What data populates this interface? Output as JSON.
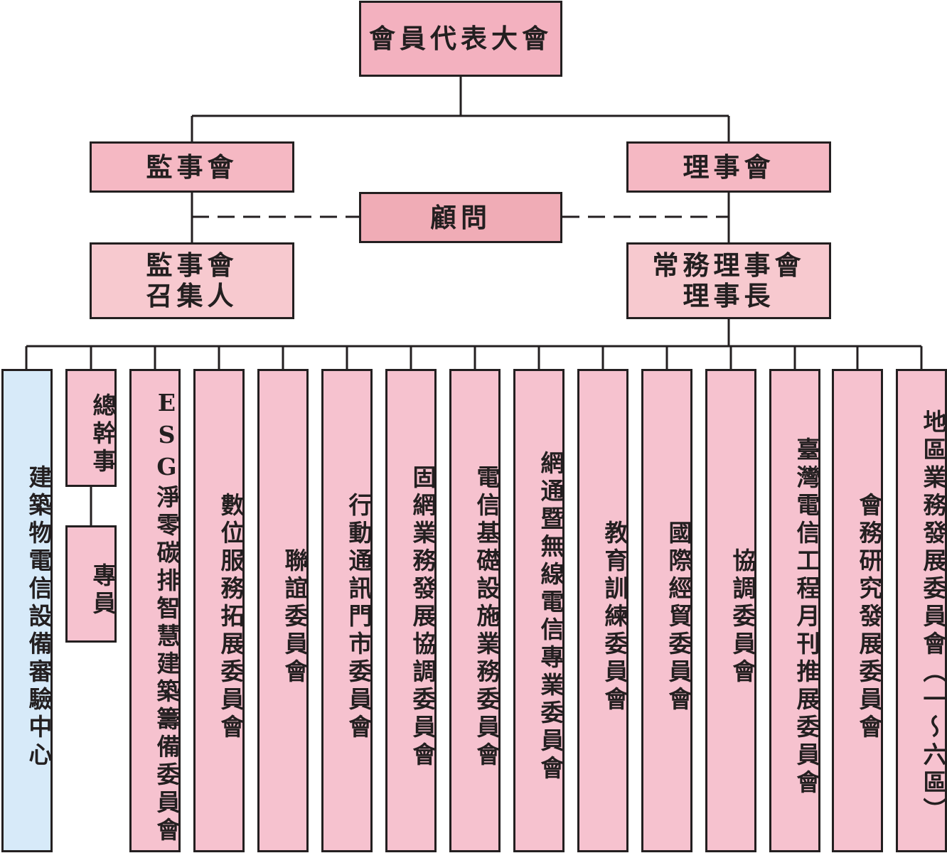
{
  "top": "會員代表大會",
  "supervisors": "監事會",
  "directors": "理事會",
  "advisor": "顧問",
  "convener": [
    "監事會",
    "召集人"
  ],
  "chairman": [
    "常務理事會",
    "理事長"
  ],
  "secretary_general": "總幹事",
  "specialist": "專員",
  "units": [
    "建築物電信設備審驗中心",
    "ESG淨零碳排智慧建築籌備委員會",
    "數位服務拓展委員會",
    "聯誼委員會",
    "行動通訊門市委員會",
    "固網業務發展協調委員會",
    "電信基礎設施業務委員會",
    "網通暨無線電信專業委員會",
    "教育訓練委員會",
    "國際經貿委員會",
    "協調委員會",
    "臺灣電信工程月刊推展委員會",
    "會務研究發展委員會",
    "地區業務發展委員會（一～六區）"
  ],
  "colors": {
    "line": "#231f20",
    "top": "#f3b1bf",
    "board": "#f5b8c3",
    "advisor": "#f0acb6",
    "officer": "#f7c9cf",
    "unit": "#f6c2cf",
    "center": "#d7eaf9"
  }
}
